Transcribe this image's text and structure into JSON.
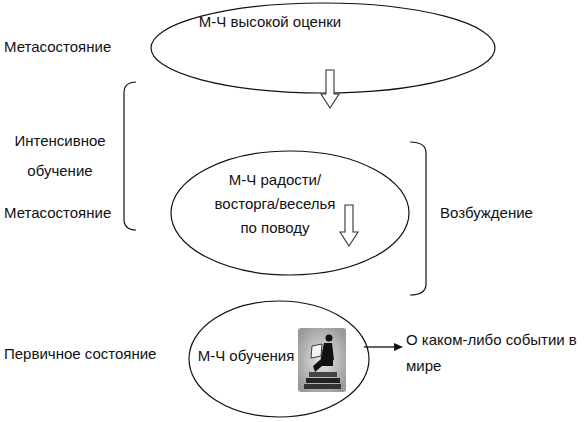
{
  "diagram": {
    "nodes": [
      {
        "text": [
          "М-Ч высокой оценки"
        ]
      },
      {
        "text": [
          "М-Ч радости/ восторга/веселья по поводу"
        ]
      },
      {
        "text": [
          "М-Ч обучения"
        ]
      }
    ],
    "edges": [
      {
        "from": 0,
        "to": 1,
        "arrow": "to"
      },
      {
        "from": 1,
        "to": 2,
        "arrow": "to"
      }
    ],
    "labels": [
      "Метасостояние",
      "Интенсивное обучение",
      "Метасостояние",
      "Возбуждение",
      "Первичное состояние",
      "О каком-либо событии в мире"
    ]
  }
}
